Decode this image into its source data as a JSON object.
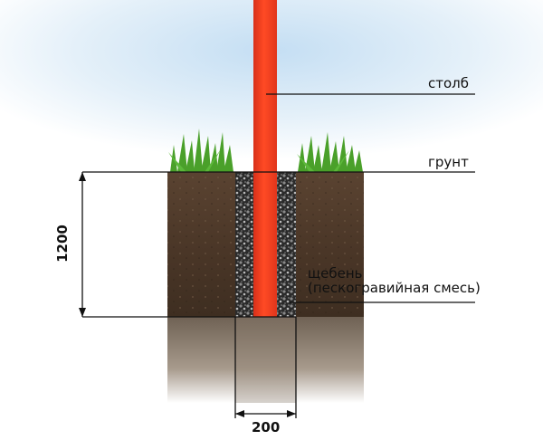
{
  "labels": {
    "post": "столб",
    "soil": "грунт",
    "gravel_line1": "щебень",
    "gravel_line2": "(пескогравийная смесь)"
  },
  "dimensions": {
    "depth": "1200",
    "width": "200"
  },
  "colors": {
    "post": "#f23a1c",
    "soil": "#4e3928",
    "gravel": "#2c2c2c",
    "grass": "#4aa02a",
    "sky": "#cfe6f6"
  }
}
